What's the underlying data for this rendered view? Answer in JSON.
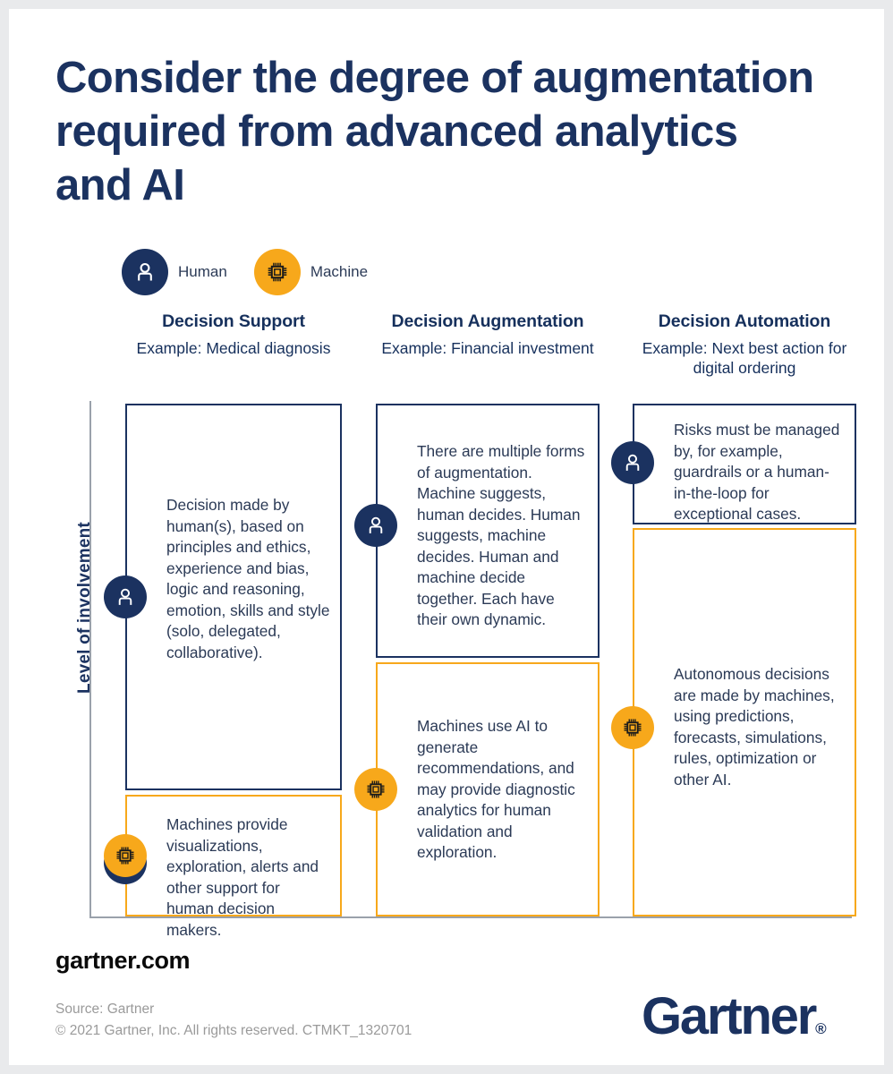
{
  "colors": {
    "navy": "#1b3260",
    "amber": "#f7a81b",
    "body_text": "#2b3a56",
    "axis": "#9aa1ab",
    "page_bg": "#e9eaec"
  },
  "title": "Consider the degree of augmentation required from advanced analytics and AI",
  "legend": {
    "items": [
      {
        "icon": "human-icon",
        "label": "Human",
        "color": "#1b3260"
      },
      {
        "icon": "machine-chip-icon",
        "label": "Machine",
        "color": "#f7a81b"
      }
    ]
  },
  "axis": {
    "y_label": "Level of involvement"
  },
  "chart_data": {
    "type": "bar",
    "title": "Consider the degree of augmentation required from advanced analytics and AI",
    "xlabel": "",
    "ylabel": "Level of involvement",
    "categories": [
      "Decision Support",
      "Decision Augmentation",
      "Decision Automation"
    ],
    "series": [
      {
        "name": "Human",
        "values": [
          76,
          50,
          24
        ]
      },
      {
        "name": "Machine",
        "values": [
          24,
          50,
          76
        ]
      }
    ],
    "legend_position": "top-left",
    "grid": false,
    "note": "Stacked columns: navy (Human) portion shrinks and amber (Machine) portion grows left-to-right; values are percentage of column height."
  },
  "columns": [
    {
      "title": "Decision Support",
      "example": "Example: Medical diagnosis",
      "human_text": "Decision made by human(s), based on principles and ethics, experience and bias, logic and reasoning, emotion, skills and style (solo, delegated, collaborative).",
      "machine_text": "Machines provide visualizations, exploration, alerts and other support for human decision makers."
    },
    {
      "title": "Decision Augmentation",
      "example": "Example: Financial investment",
      "human_text": "There are multiple forms of augmentation. Machine suggests, human decides. Human suggests, machine decides. Human and machine decide together. Each have their own dynamic.",
      "machine_text": "Machines use AI to generate recommendations, and may provide diagnostic analytics for human validation and exploration."
    },
    {
      "title": "Decision Automation",
      "example": "Example: Next best action for digital ordering",
      "human_text": "Risks must be managed by, for example, guardrails or a human-in-the-loop for exceptional cases.",
      "machine_text": "Autonomous  decisions are made by machines, using predictions, forecasts, simulations, rules, optimization or other AI."
    }
  ],
  "footer": {
    "site": "gartner.com",
    "source": "Source: Gartner",
    "copyright": "© 2021 Gartner, Inc. All rights reserved. CTMKT_1320701",
    "logo": "Gartner",
    "logo_mark": "®"
  }
}
